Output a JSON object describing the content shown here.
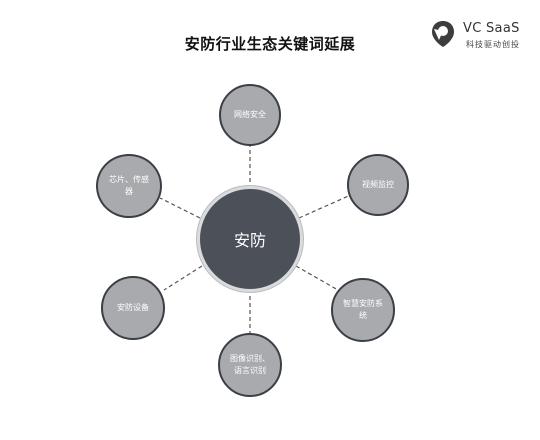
{
  "title": "安防行业生态关键词延展",
  "logo": {
    "name": "VC SaaS",
    "tagline": "科技驱动创投"
  },
  "center": {
    "label": "安防"
  },
  "nodes": [
    {
      "label": "网络安全"
    },
    {
      "label": "视频监控"
    },
    {
      "label": "智慧安防系统"
    },
    {
      "label": "图像识别、语言识别"
    },
    {
      "label": "安防设备"
    },
    {
      "label": "芯片、传感器"
    }
  ],
  "colors": {
    "center_fill": "#4b5059",
    "node_fill": "#a9aaae",
    "node_border": "#3b3f46",
    "connector": "#555555"
  }
}
